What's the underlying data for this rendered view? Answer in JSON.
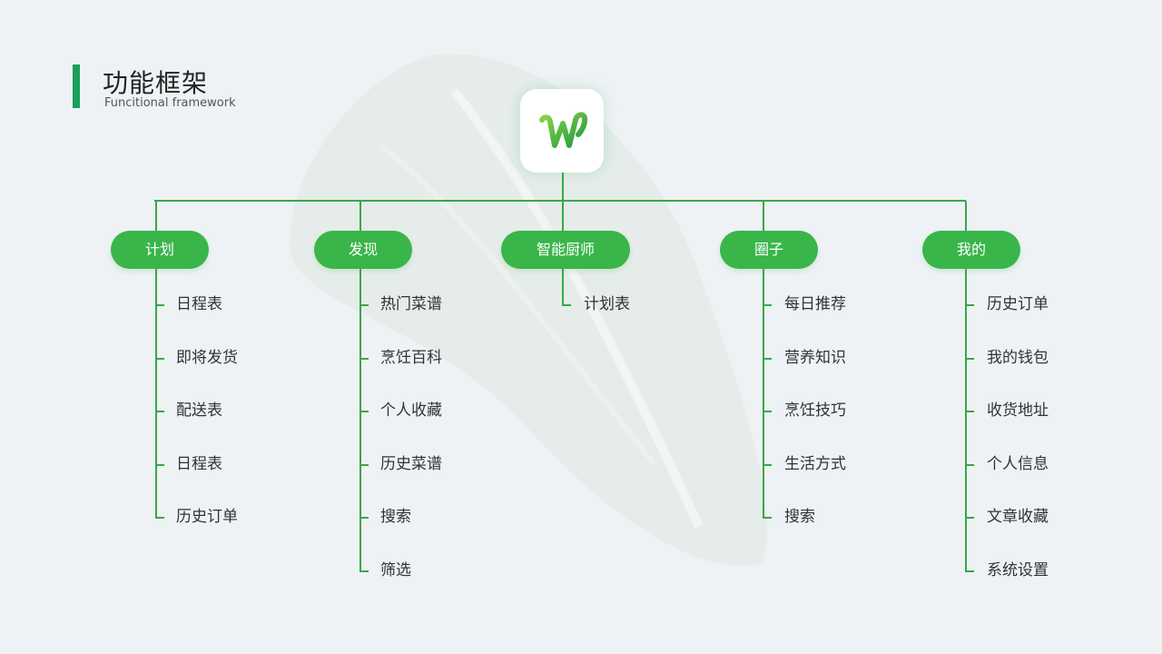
{
  "header": {
    "title": "功能框架",
    "subtitle": "Funcitional framework"
  },
  "app_icon": {
    "glyph": "W",
    "accent": "#3ab54a"
  },
  "colors": {
    "branch": "#3ab54a",
    "line": "#3aa747",
    "accent_bar": "#1aa05a",
    "background": "#eef2f5"
  },
  "tree": {
    "branches": [
      {
        "label": "计划",
        "items": [
          "日程表",
          "即将发货",
          "配送表",
          "日程表",
          "历史订单"
        ]
      },
      {
        "label": "发现",
        "items": [
          "热门菜谱",
          "烹饪百科",
          "个人收藏",
          "历史菜谱",
          "搜索",
          "筛选"
        ]
      },
      {
        "label": "智能厨师",
        "items": [
          "计划表"
        ]
      },
      {
        "label": "圈子",
        "items": [
          "每日推荐",
          "营养知识",
          "烹饪技巧",
          "生活方式",
          "搜索"
        ]
      },
      {
        "label": "我的",
        "items": [
          "历史订单",
          "我的钱包",
          "收货地址",
          "个人信息",
          "文章收藏",
          "系统设置"
        ]
      }
    ]
  }
}
